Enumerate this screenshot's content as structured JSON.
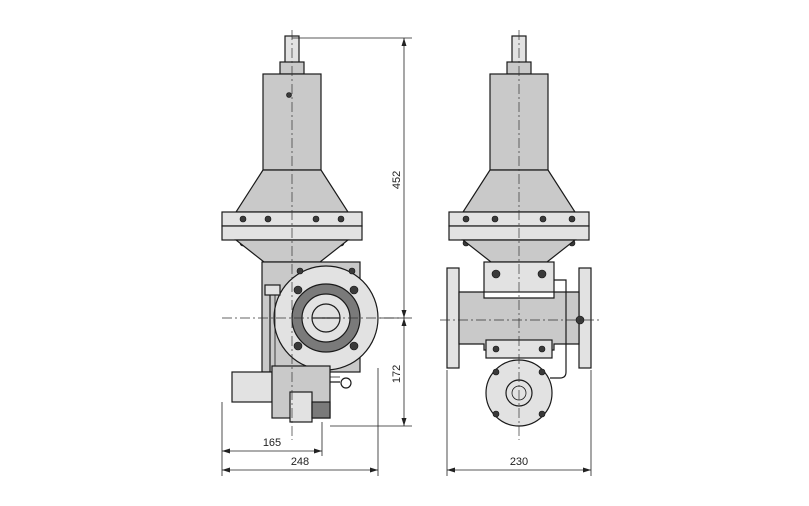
{
  "dimensions": {
    "height_total": "452",
    "height_lower": "172",
    "width_inlet_to_axis": "165",
    "width_overall_front": "248",
    "width_face_to_face": "230"
  }
}
